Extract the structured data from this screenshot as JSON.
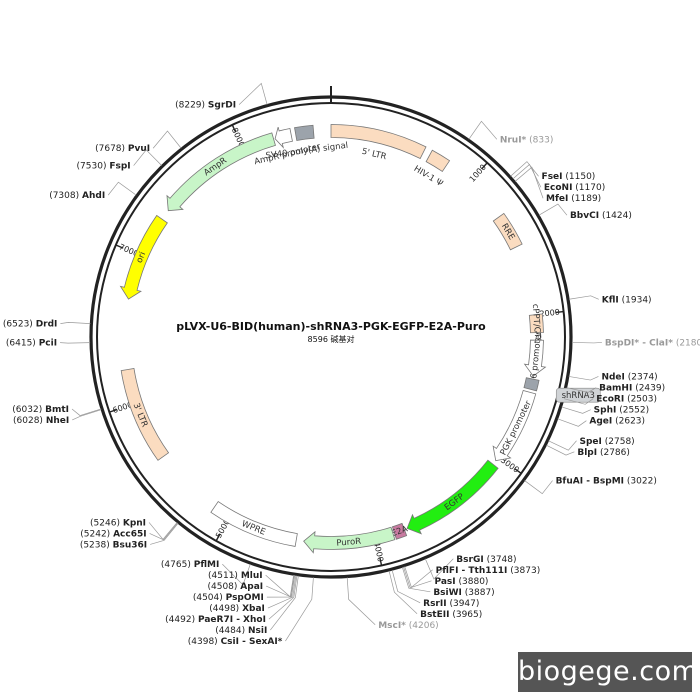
{
  "plasmid": {
    "name": "pLVX-U6-BID(human)-shRNA3-PGK-EGFP-E2A-Puro",
    "size_text": "8596 碱基对",
    "total_bp": 8596
  },
  "ticks": [
    {
      "pos": 1000,
      "label": "1000"
    },
    {
      "pos": 2000,
      "label": "2000"
    },
    {
      "pos": 3000,
      "label": "3000"
    },
    {
      "pos": 4000,
      "label": "4000"
    },
    {
      "pos": 5000,
      "label": "5000"
    },
    {
      "pos": 6000,
      "label": "6000"
    },
    {
      "pos": 7000,
      "label": "7000"
    },
    {
      "pos": 8000,
      "label": "8000"
    }
  ],
  "features": [
    {
      "id": "ltr5",
      "label": "5' LTR",
      "start": 0,
      "end": 634,
      "ring": "inner",
      "color": "#fbdcc0",
      "arrow": "none"
    },
    {
      "id": "hiv1",
      "label": "HIV-1 Ψ",
      "start": 680,
      "end": 810,
      "ring": "inner",
      "color": "#fbdcc0",
      "arrow": "none"
    },
    {
      "id": "rre",
      "label": "RRE",
      "start": 1300,
      "end": 1530,
      "ring": "inner",
      "color": "#fbdcc0",
      "arrow": "none"
    },
    {
      "id": "cppt",
      "label": "cPPT/CTS",
      "start": 2000,
      "end": 2120,
      "ring": "inner",
      "color": "#fbdcc0",
      "arrow": "none"
    },
    {
      "id": "u6",
      "label": "U6 promoter",
      "start": 2170,
      "end": 2410,
      "ring": "inner",
      "color": "#ffffff",
      "arrow": "cw"
    },
    {
      "id": "shrna",
      "label": "shRNA3",
      "start": 2430,
      "end": 2500,
      "ring": "inner",
      "color": "#9ca3ab",
      "arrow": "none"
    },
    {
      "id": "pgk",
      "label": "PGK promoter",
      "start": 2520,
      "end": 3030,
      "ring": "inner",
      "color": "#ffffff",
      "arrow": "cw"
    },
    {
      "id": "egfp",
      "label": "EGFP",
      "start": 3060,
      "end": 3780,
      "ring": "inner",
      "color": "#22ee11",
      "arrow": "cw"
    },
    {
      "id": "e2a",
      "label": "E2A",
      "start": 3800,
      "end": 3870,
      "ring": "inner",
      "color": "#c87aa0",
      "arrow": "none"
    },
    {
      "id": "puror",
      "label": "PuroR",
      "start": 3880,
      "end": 4480,
      "ring": "inner",
      "color": "#c8f5c8",
      "arrow": "cw"
    },
    {
      "id": "wpre",
      "label": "WPRE",
      "start": 4530,
      "end": 5120,
      "ring": "inner",
      "color": "#ffffff",
      "arrow": "none"
    },
    {
      "id": "ltr3",
      "label": "3' LTR",
      "start": 5600,
      "end": 6230,
      "ring": "inner",
      "color": "#fbdcc0",
      "arrow": "none"
    },
    {
      "id": "ori",
      "label": "ori",
      "start": 6700,
      "end": 7280,
      "ring": "inner",
      "color": "#ffff00",
      "arrow": "ccw"
    },
    {
      "id": "ampr",
      "label": "AmpR",
      "start": 7350,
      "end": 8210,
      "ring": "inner",
      "color": "#c8f5c8",
      "arrow": "ccw"
    },
    {
      "id": "amprp",
      "label": "AmpR promoter",
      "start": 8220,
      "end": 8330,
      "ring": "inner",
      "color": "#ffffff",
      "arrow": "ccw"
    },
    {
      "id": "sv40",
      "label": "SV40 poly(A) signal",
      "start": 8360,
      "end": 8480,
      "ring": "inner",
      "color": "#9ca3ab",
      "arrow": "none"
    }
  ],
  "sites": [
    {
      "name": "SgrDI",
      "pos_text": "(8229)",
      "pos": 8229,
      "gray": false
    },
    {
      "name": "NruI*",
      "pos_text": "(833)",
      "pos": 833,
      "gray": true
    },
    {
      "name": "PvuI",
      "pos_text": "(7678)",
      "pos": 7678,
      "gray": false
    },
    {
      "name": "FspI",
      "pos_text": "(7530)",
      "pos": 7530,
      "gray": false
    },
    {
      "name": "AhdI",
      "pos_text": "(7308)",
      "pos": 7308,
      "gray": false
    },
    {
      "name": "FseI",
      "pos_text": "(1150)",
      "pos": 1150,
      "gray": false
    },
    {
      "name": "EcoNI",
      "pos_text": "(1170)",
      "pos": 1170,
      "gray": false
    },
    {
      "name": "MfeI",
      "pos_text": "(1189)",
      "pos": 1189,
      "gray": false
    },
    {
      "name": "BbvCI",
      "pos_text": "(1424)",
      "pos": 1424,
      "gray": false
    },
    {
      "name": "KflI",
      "pos_text": "(1934)",
      "pos": 1934,
      "gray": false
    },
    {
      "name": "BspDI* - ClaI*",
      "pos_text": "(2180)",
      "pos": 2180,
      "gray": true
    },
    {
      "name": "DrdI",
      "pos_text": "(6523)",
      "pos": 6523,
      "gray": false
    },
    {
      "name": "PciI",
      "pos_text": "(6415)",
      "pos": 6415,
      "gray": false
    },
    {
      "name": "NdeI",
      "pos_text": "(2374)",
      "pos": 2374,
      "gray": false
    },
    {
      "name": "BamHI",
      "pos_text": "(2439)",
      "pos": 2439,
      "gray": false
    },
    {
      "name": "EcoRI",
      "pos_text": "(2503)",
      "pos": 2503,
      "gray": false
    },
    {
      "name": "SphI",
      "pos_text": "(2552)",
      "pos": 2552,
      "gray": false
    },
    {
      "name": "AgeI",
      "pos_text": "(2623)",
      "pos": 2623,
      "gray": false
    },
    {
      "name": "SpeI",
      "pos_text": "(2758)",
      "pos": 2758,
      "gray": false
    },
    {
      "name": "BlpI",
      "pos_text": "(2786)",
      "pos": 2786,
      "gray": false
    },
    {
      "name": "BmtI",
      "pos_text": "(6032)",
      "pos": 6032,
      "gray": false
    },
    {
      "name": "NheI",
      "pos_text": "(6028)",
      "pos": 6028,
      "gray": false
    },
    {
      "name": "BfuAI - BspMI",
      "pos_text": "(3022)",
      "pos": 3022,
      "gray": false
    },
    {
      "name": "KpnI",
      "pos_text": "(5246)",
      "pos": 5246,
      "gray": false
    },
    {
      "name": "Acc65I",
      "pos_text": "(5242)",
      "pos": 5242,
      "gray": false
    },
    {
      "name": "Bsu36I",
      "pos_text": "(5238)",
      "pos": 5238,
      "gray": false
    },
    {
      "name": "PflMI",
      "pos_text": "(4765)",
      "pos": 4765,
      "gray": false
    },
    {
      "name": "BsrGI",
      "pos_text": "(3748)",
      "pos": 3748,
      "gray": false
    },
    {
      "name": "PflFI - Tth111I",
      "pos_text": "(3873)",
      "pos": 3873,
      "gray": false
    },
    {
      "name": "PasI",
      "pos_text": "(3880)",
      "pos": 3880,
      "gray": false
    },
    {
      "name": "BsiWI",
      "pos_text": "(3887)",
      "pos": 3887,
      "gray": false
    },
    {
      "name": "RsrII",
      "pos_text": "(3947)",
      "pos": 3947,
      "gray": false
    },
    {
      "name": "BstEII",
      "pos_text": "(3965)",
      "pos": 3965,
      "gray": false
    },
    {
      "name": "MluI",
      "pos_text": "(4511)",
      "pos": 4511,
      "gray": false
    },
    {
      "name": "ApaI",
      "pos_text": "(4508)",
      "pos": 4508,
      "gray": false
    },
    {
      "name": "PspOMI",
      "pos_text": "(4504)",
      "pos": 4504,
      "gray": false
    },
    {
      "name": "XbaI",
      "pos_text": "(4498)",
      "pos": 4498,
      "gray": false
    },
    {
      "name": "PaeR7I - XhoI",
      "pos_text": "(4492)",
      "pos": 4492,
      "gray": false
    },
    {
      "name": "NsiI",
      "pos_text": "(4484)",
      "pos": 4484,
      "gray": false
    },
    {
      "name": "CsiI - SexAI*",
      "pos_text": "(4398)",
      "pos": 4398,
      "gray": false
    },
    {
      "name": "MscI*",
      "pos_text": "(4206)",
      "pos": 4206,
      "gray": true
    }
  ],
  "watermark": "biogege.com"
}
